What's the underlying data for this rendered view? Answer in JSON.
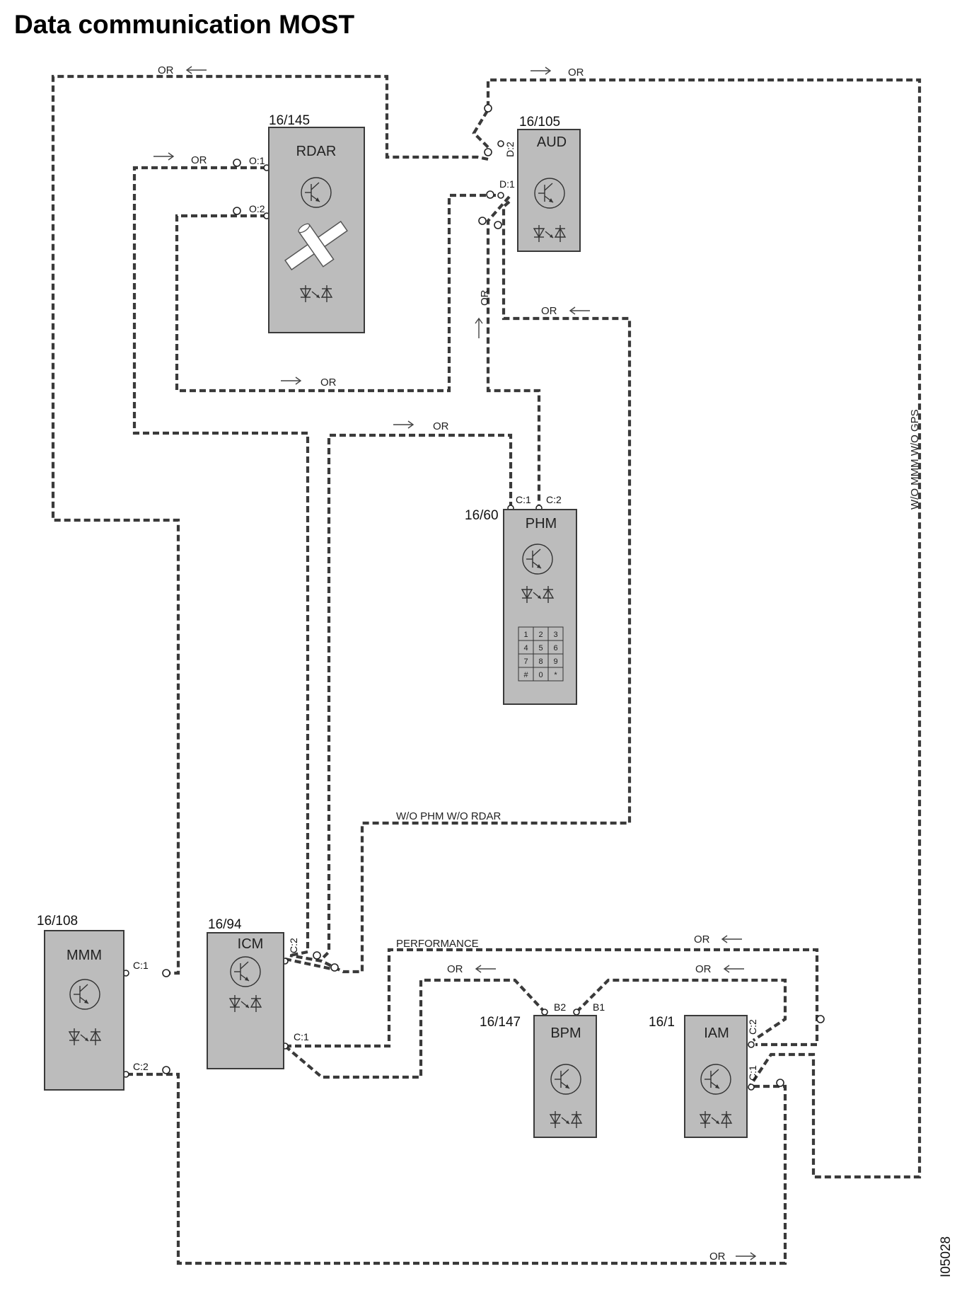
{
  "title": "Data communication MOST",
  "figure_id": "I05028",
  "modules": [
    {
      "id": "rdar",
      "ref": "16/145",
      "name": "RDAR",
      "pins": [
        "O:1",
        "O:2"
      ]
    },
    {
      "id": "aud",
      "ref": "16/105",
      "name": "AUD",
      "pins": [
        "D:2",
        "D:1"
      ]
    },
    {
      "id": "phm",
      "ref": "16/60",
      "name": "PHM",
      "pins": [
        "C:1",
        "C:2"
      ]
    },
    {
      "id": "mmm",
      "ref": "16/108",
      "name": "MMM",
      "pins": [
        "C:1",
        "C:2"
      ]
    },
    {
      "id": "icm",
      "ref": "16/94",
      "name": "ICM",
      "pins": [
        "C:2",
        "C:1"
      ]
    },
    {
      "id": "bpm",
      "ref": "16/147",
      "name": "BPM",
      "pins": [
        "B2",
        "B1"
      ]
    },
    {
      "id": "iam",
      "ref": "16/1",
      "name": "IAM",
      "pins": [
        "C:2",
        "C:1"
      ]
    }
  ],
  "keypad": [
    "1",
    "2",
    "3",
    "4",
    "5",
    "6",
    "7",
    "8",
    "9",
    "#",
    "0",
    "*"
  ],
  "wire_color": "OR",
  "notes": {
    "wo_phm_rdar": "W/O PHM W/O RDAR",
    "wo_mmm_gps": "W/O MMM W/O GPS",
    "performance": "PERFORMANCE"
  },
  "colors": {
    "module_fill": "#bcbcbc",
    "wire": "#3a3a3a"
  }
}
